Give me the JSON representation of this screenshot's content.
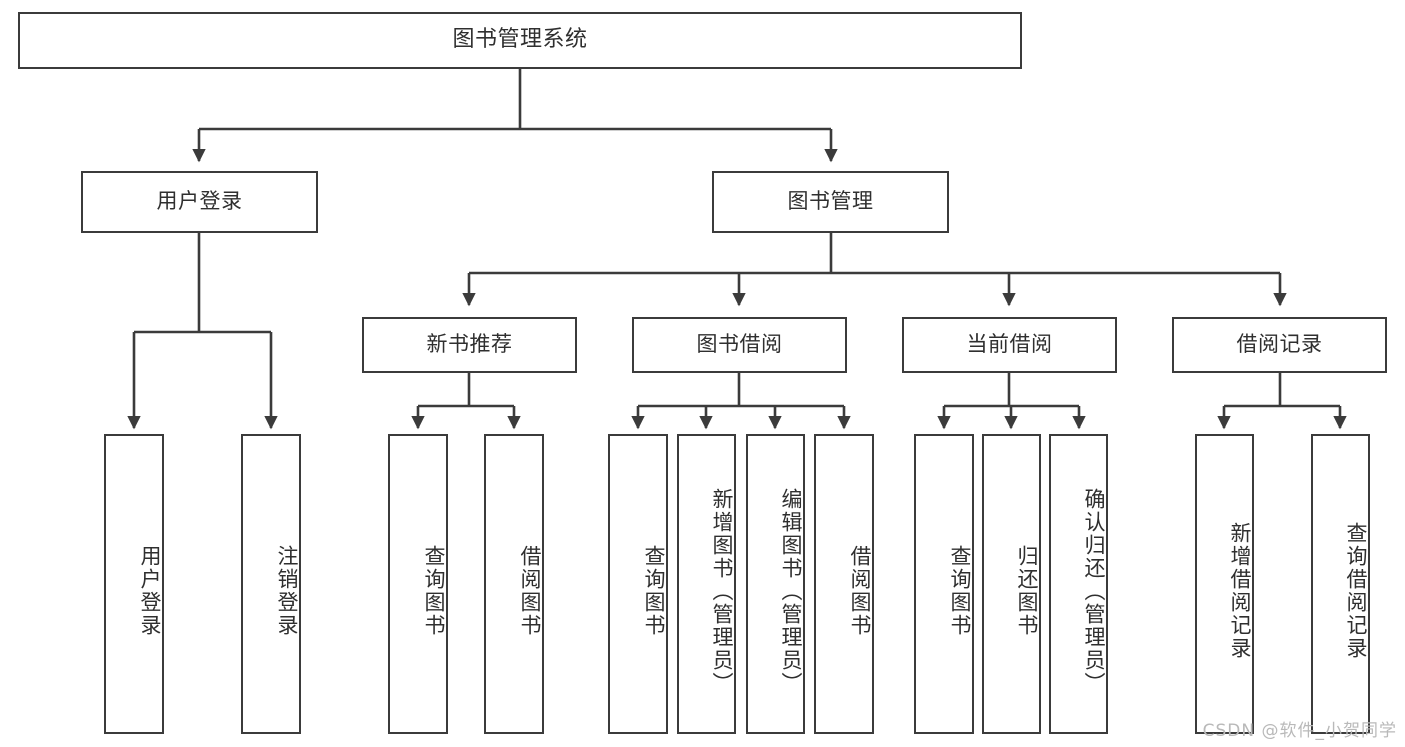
{
  "diagram": {
    "title": "图书管理系统",
    "type": "tree-structure-chart",
    "root": {
      "label": "图书管理系统"
    },
    "level1": [
      {
        "label": "用户登录"
      },
      {
        "label": "图书管理"
      }
    ],
    "level2": [
      {
        "label": "新书推荐"
      },
      {
        "label": "图书借阅"
      },
      {
        "label": "当前借阅"
      },
      {
        "label": "借阅记录"
      }
    ],
    "leaves": {
      "user_login": [
        {
          "label": "用户登录"
        },
        {
          "label": "注销登录"
        }
      ],
      "new_book_recommend": [
        {
          "label": "查询图书"
        },
        {
          "label": "借阅图书"
        }
      ],
      "book_borrow": [
        {
          "label": "查询图书"
        },
        {
          "label": "新增图书（管理员）"
        },
        {
          "label": "编辑图书（管理员）"
        },
        {
          "label": "借阅图书"
        }
      ],
      "current_borrow": [
        {
          "label": "查询图书"
        },
        {
          "label": "归还图书"
        },
        {
          "label": "确认归还（管理员）"
        }
      ],
      "borrow_record": [
        {
          "label": "新增借阅记录"
        },
        {
          "label": "查询借阅记录"
        }
      ]
    }
  },
  "watermark": {
    "text": "CSDN @软件_小贺同学"
  },
  "colors": {
    "border": "#3b3b3b",
    "text": "#2f2f2f",
    "background": "#ffffff",
    "watermark": "#b9b9b9"
  }
}
